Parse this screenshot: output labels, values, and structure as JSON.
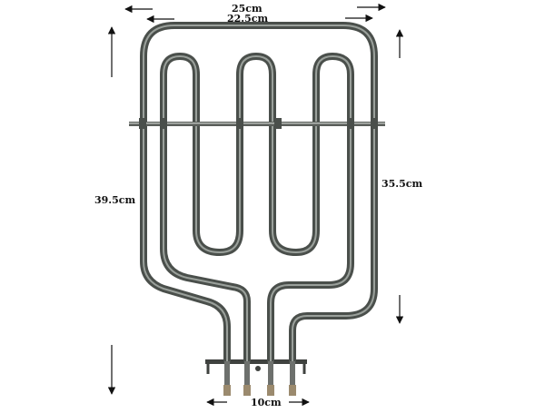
{
  "dimensions": {
    "top_width": "25cm",
    "inner_width": "22.5cm",
    "full_height": "39.5cm",
    "element_height": "35.5cm",
    "terminal_width": "10cm"
  },
  "colors": {
    "tube": "#4a4f4b",
    "tube_highlight": "#9aa09b",
    "arrow": "#111111",
    "background": "#ffffff"
  },
  "icons": {
    "arrow_left": "arrow-left-icon",
    "arrow_right": "arrow-right-icon",
    "arrow_up": "arrow-up-icon",
    "arrow_down": "arrow-down-icon"
  }
}
